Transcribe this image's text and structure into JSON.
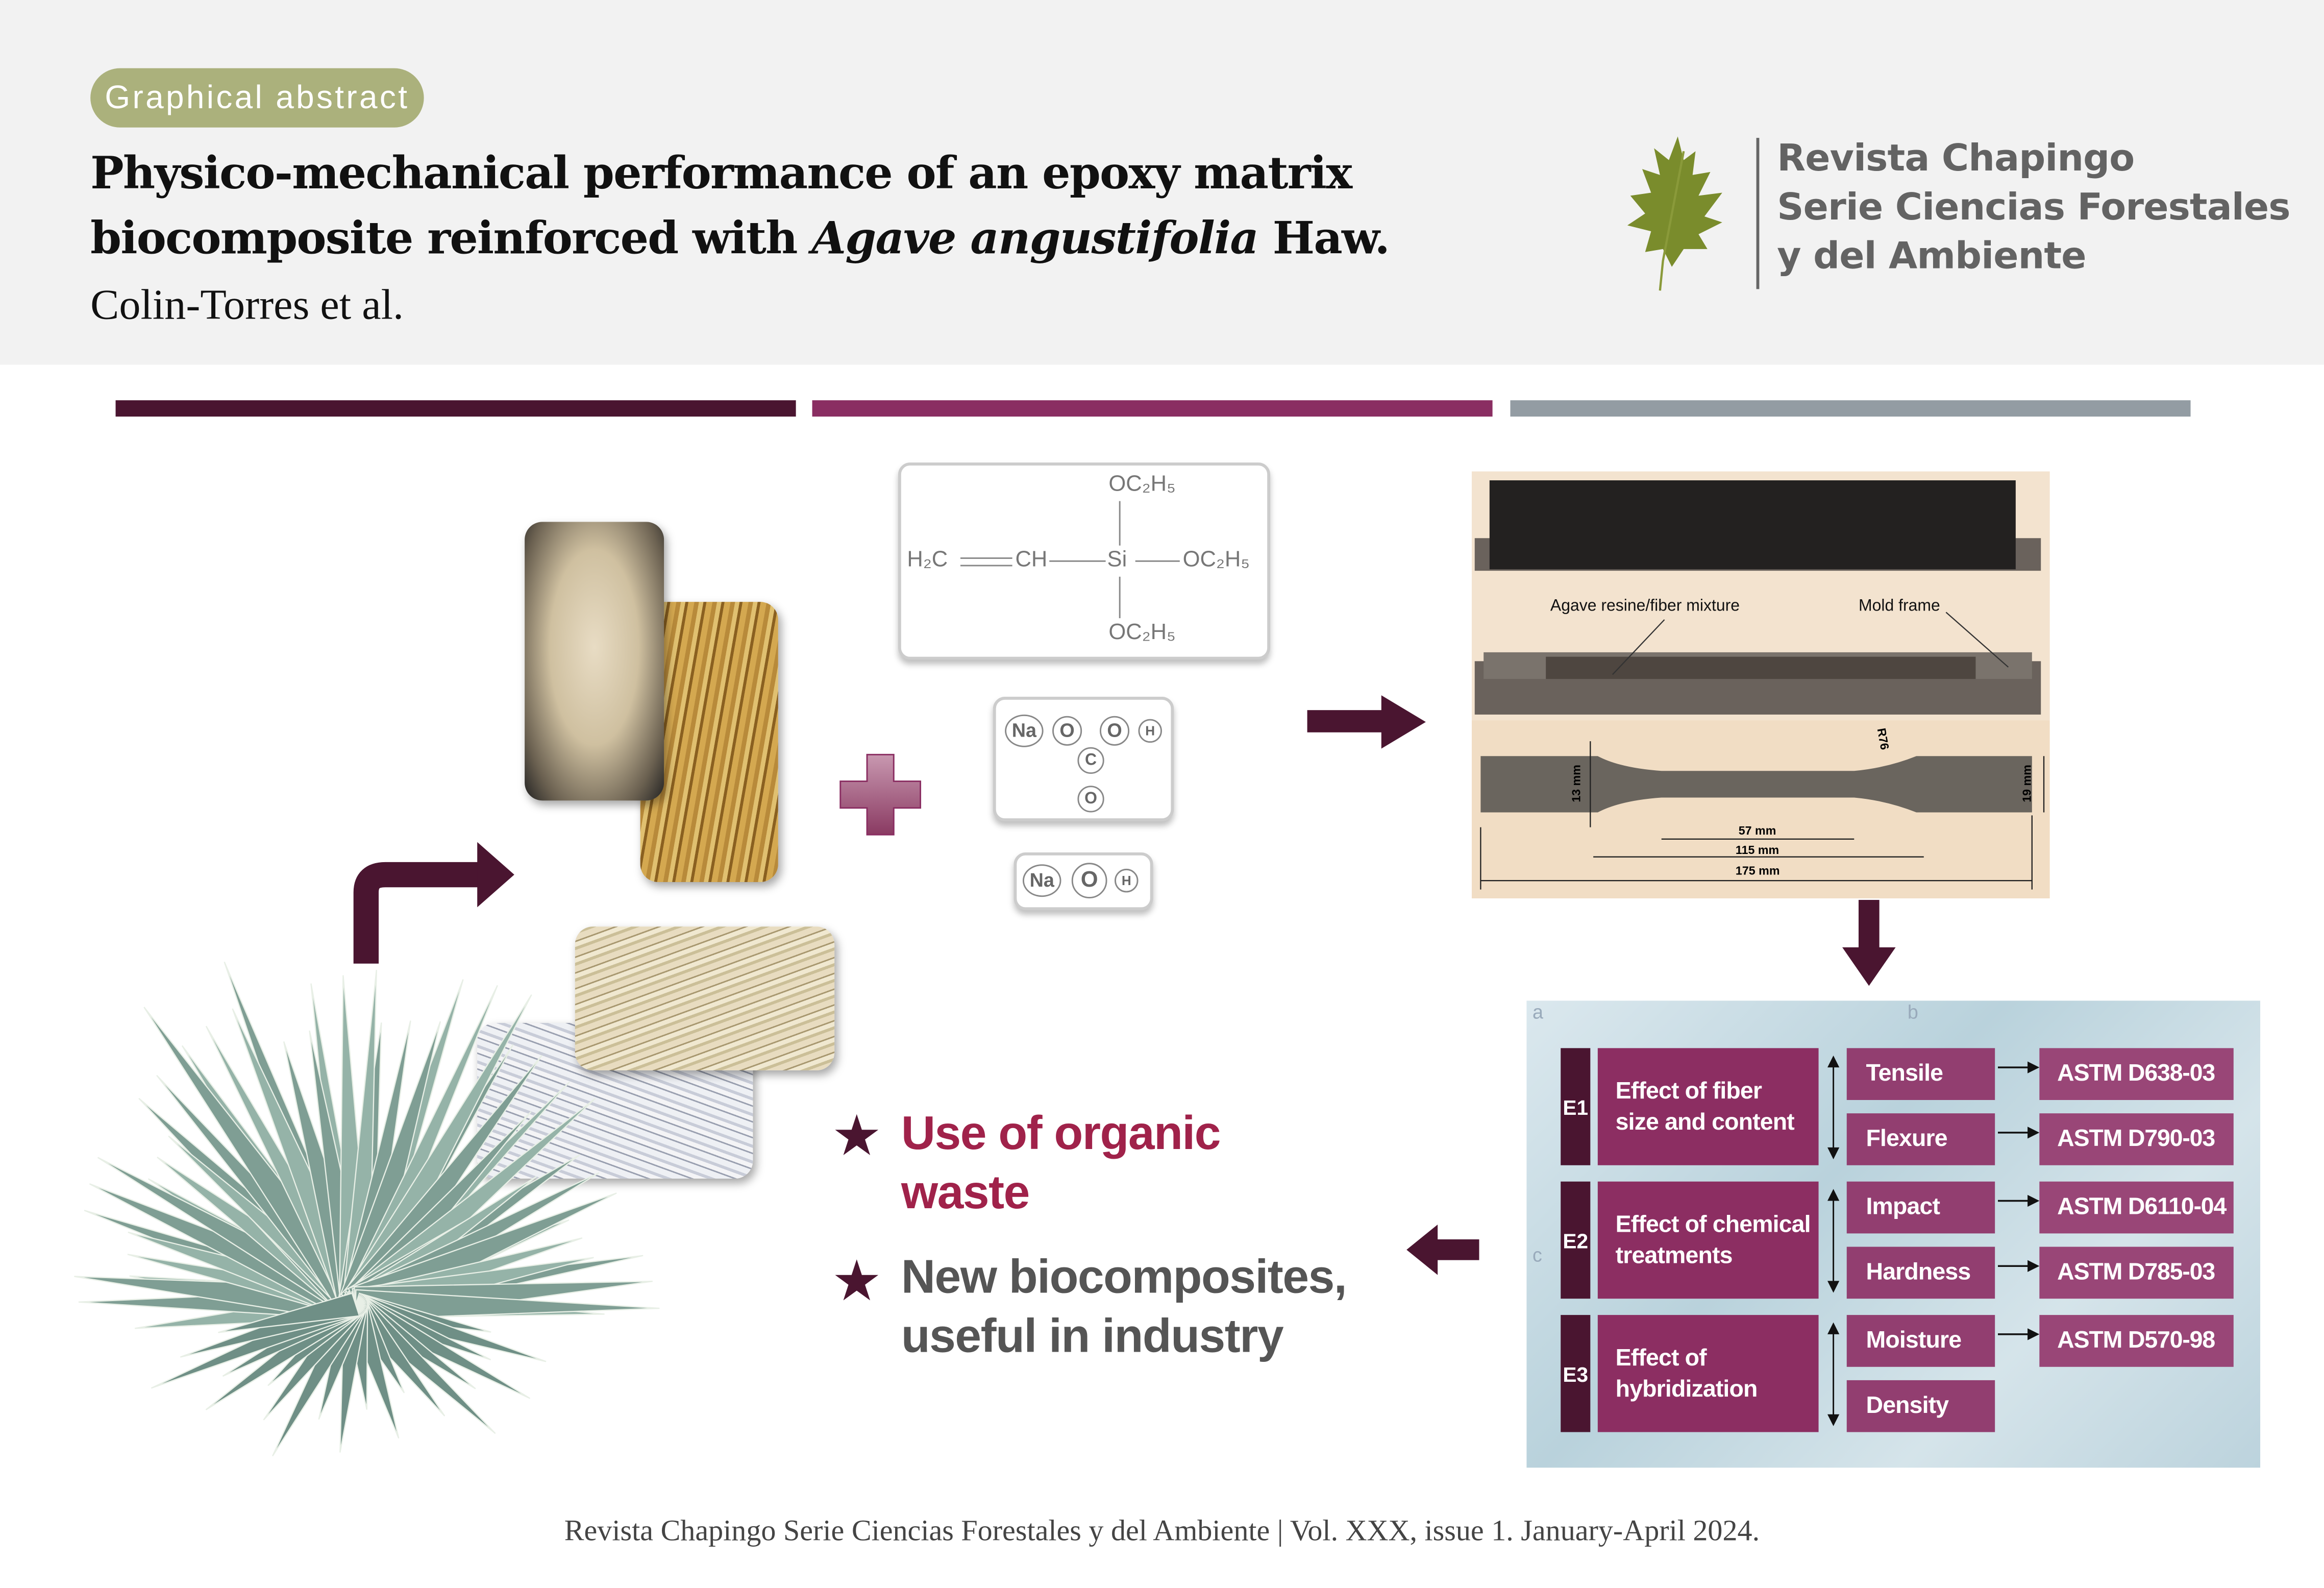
{
  "header": {
    "badge": "Graphical abstract",
    "title_line1": "Physico-mechanical performance of an epoxy matrix",
    "title_line2_pre": "biocomposite reinforced with ",
    "title_line2_italic": "Agave angustifolia",
    "title_line2_post": " Haw.",
    "authors": "Colin-Torres et al.",
    "journal_line1": "Revista Chapingo",
    "journal_line2": "Serie Ciencias Forestales",
    "journal_line3": "y del Ambiente",
    "logo_icon": "oak-leaf-icon"
  },
  "colors": {
    "bar1": "#4a1530",
    "bar2": "#8a2e62",
    "bar3": "#939ca3",
    "badge": "#abb17c",
    "leaf": "#7a8c2c",
    "accent": "#a0224a",
    "text_gray": "#555555"
  },
  "chemistry": {
    "vinyl_silane": {
      "h2c": "H₂C",
      "ch": "CH",
      "si": "Si",
      "oc2h5_top": "OC₂H₅",
      "oc2h5_right": "OC₂H₅",
      "oc2h5_bottom": "OC₂H₅"
    },
    "bicarbonate": {
      "na": "Na",
      "o1": "O",
      "o2": "O",
      "h": "H",
      "c": "C",
      "o3": "O"
    },
    "hydroxide": {
      "na": "Na",
      "o": "O",
      "h": "H"
    }
  },
  "mold": {
    "label_mixture": "Agave resine/fiber mixture",
    "label_frame": "Mold frame",
    "dim_radius": "R76",
    "dim_width_narrow": "13 mm",
    "dim_width_wide": "19 mm",
    "dim_gauge": "57 mm",
    "dim_mid": "115 mm",
    "dim_total": "175 mm"
  },
  "highlights": [
    {
      "line1": "Use of organic",
      "line2": "waste"
    },
    {
      "line1": "New biocomposites,",
      "line2": "useful in industry"
    }
  ],
  "experiments": {
    "panel_labels": [
      "a",
      "b",
      "c"
    ],
    "groups": [
      {
        "id": "E1",
        "line1": "Effect of fiber",
        "line2": "size and content",
        "tests": [
          {
            "name": "Tensile",
            "standard": "ASTM D638-03"
          },
          {
            "name": "Flexure",
            "standard": "ASTM D790-03"
          }
        ]
      },
      {
        "id": "E2",
        "line1": "Effect of chemical",
        "line2": "treatments",
        "tests": [
          {
            "name": "Impact",
            "standard": "ASTM D6110-04"
          },
          {
            "name": "Hardness",
            "standard": "ASTM D785-03"
          }
        ]
      },
      {
        "id": "E3",
        "line1": "Effect of",
        "line2": "hybridization",
        "tests": [
          {
            "name": "Moisture",
            "standard": "ASTM D570-98"
          },
          {
            "name": "Density",
            "standard": ""
          }
        ]
      }
    ]
  },
  "footer": "Revista Chapingo Serie Ciencias Forestales y del Ambiente | Vol. XXX, issue 1. January-April 2024."
}
